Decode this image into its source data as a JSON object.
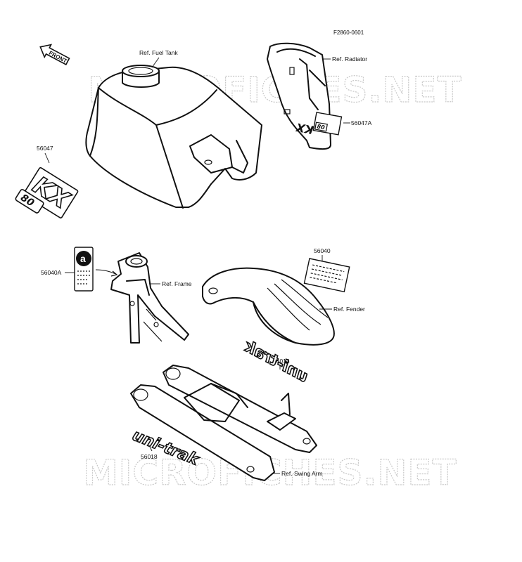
{
  "figure_code": "F2860-0601",
  "watermark": "MICROFICHES.NET",
  "front_arrow": "FRONT",
  "labels": {
    "fuel_tank": "Ref. Fuel Tank",
    "radiator": "Ref. Radiator",
    "frame": "Ref. Frame",
    "fender": "Ref. Fender",
    "swing_arm": "Ref. Swing Arm"
  },
  "parts": {
    "p56047": "56047",
    "p56047A": "56047A",
    "p56040": "56040",
    "p56040A": "56040A",
    "p56018_top": "56018",
    "p56018_bottom": "56018"
  },
  "decals": {
    "kx": "KX",
    "kx_model": "80",
    "unitrak": "uni-trak",
    "unitrak_mirror": "uni-trak",
    "label_a": "a"
  }
}
